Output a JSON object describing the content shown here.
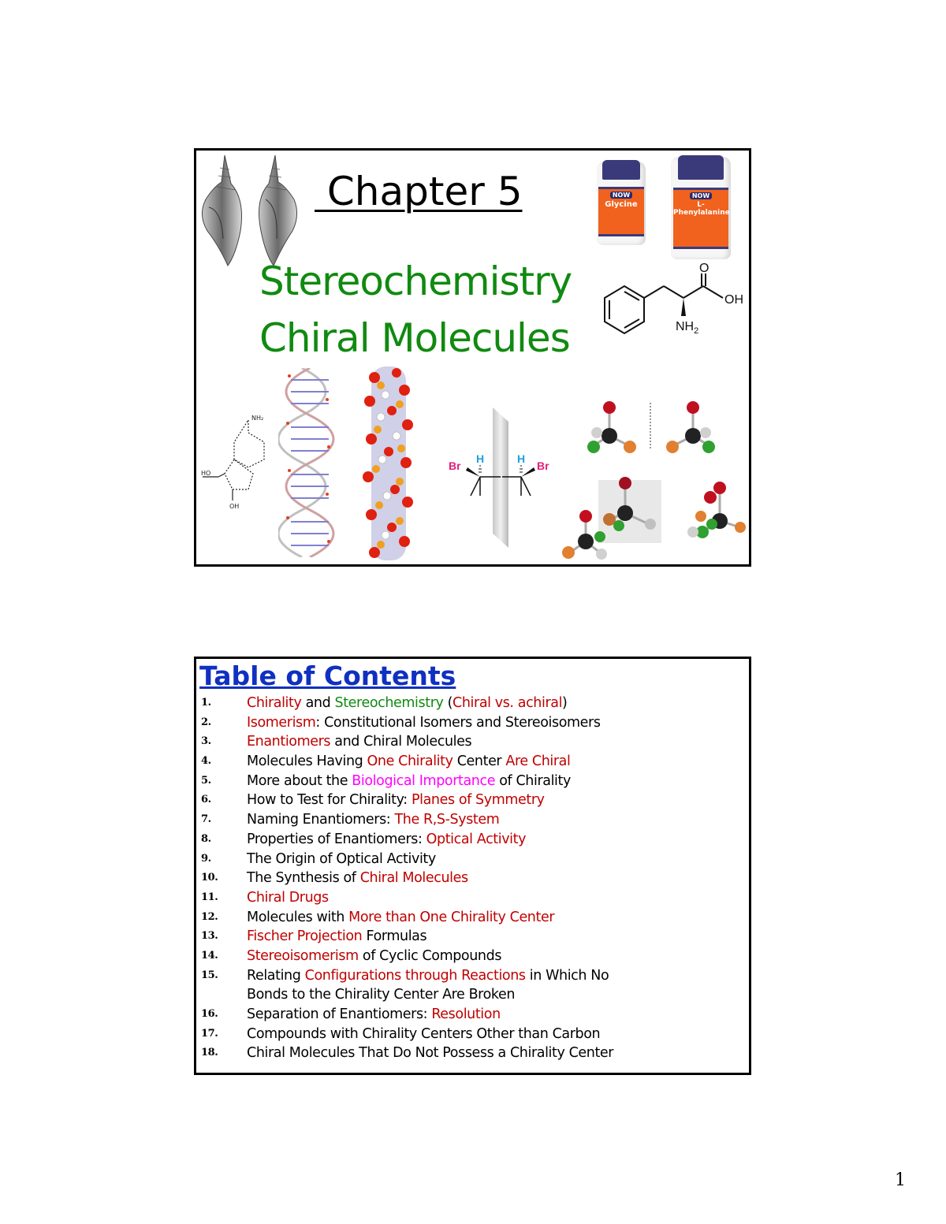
{
  "slide1": {
    "chapter_title": " Chapter 5",
    "subtitle_line1": "Stereochemistry",
    "subtitle_line2": "Chiral Molecules",
    "images": {
      "shells": "conch-shells-mirror-images",
      "bottle1": {
        "brand": "NOW",
        "label": "Glycine"
      },
      "bottle2": {
        "brand": "NOW",
        "label": "L-Phenylalanine"
      },
      "phenylalanine_structure": {
        "labels": [
          "O",
          "OH",
          "NH2"
        ]
      },
      "nucleoside_structure": {
        "labels": [
          "NH2",
          "HO",
          "OH"
        ]
      },
      "dna_stick_model": "dna-double-helix-stick",
      "dna_spacefill_model": "dna-double-helix-spacefill",
      "mirror_plane": {
        "left_labels": [
          "Br",
          "H"
        ],
        "right_labels": [
          "H",
          "Br"
        ]
      },
      "ball_and_stick_models": "chiral-tetrahedral-molecules"
    },
    "colors": {
      "title": "#000000",
      "subtitle": "#108a10",
      "br": "#e0207a",
      "h": "#20a0e0"
    }
  },
  "slide2": {
    "title": "Table of Contents",
    "items": [
      {
        "num": "1.",
        "parts": [
          {
            "t": "Chirality",
            "c": "red"
          },
          {
            "t": " and ",
            "c": "black"
          },
          {
            "t": "Stereochemistry",
            "c": "green"
          },
          {
            "t": " (",
            "c": "black"
          },
          {
            "t": "Chiral vs. achiral",
            "c": "red"
          },
          {
            "t": ")",
            "c": "black"
          }
        ]
      },
      {
        "num": "2.",
        "parts": [
          {
            "t": " Isomerism",
            "c": "red"
          },
          {
            "t": ": Constitutional Isomers and Stereoisomers",
            "c": "black"
          }
        ]
      },
      {
        "num": "3.",
        "parts": [
          {
            "t": "Enantiomers",
            "c": "red"
          },
          {
            "t": " and Chiral Molecules",
            "c": "black"
          }
        ]
      },
      {
        "num": "4.",
        "parts": [
          {
            "t": "Molecules Having ",
            "c": "black"
          },
          {
            "t": "One Chirality",
            "c": "red"
          },
          {
            "t": " Center ",
            "c": "black"
          },
          {
            "t": "Are Chiral",
            "c": "red"
          }
        ]
      },
      {
        "num": "5.",
        "parts": [
          {
            "t": "More about the ",
            "c": "black"
          },
          {
            "t": "Biological Importance",
            "c": "magenta"
          },
          {
            "t": " of Chirality",
            "c": "black"
          }
        ]
      },
      {
        "num": "6.",
        "parts": [
          {
            "t": "How to Test for Chirality: ",
            "c": "black"
          },
          {
            "t": "Planes of Symmetry",
            "c": "red"
          }
        ]
      },
      {
        "num": "7.",
        "parts": [
          {
            "t": "Naming Enantiomers: ",
            "c": "black"
          },
          {
            "t": "The R,S-System",
            "c": "red"
          }
        ]
      },
      {
        "num": "8.",
        "parts": [
          {
            "t": "Properties of Enantiomers: ",
            "c": "black"
          },
          {
            "t": "Optical Activity",
            "c": "red"
          }
        ]
      },
      {
        "num": "9.",
        "parts": [
          {
            "t": "The Origin of Optical Activity",
            "c": "black"
          }
        ]
      },
      {
        "num": "10.",
        "parts": [
          {
            "t": "The Synthesis of ",
            "c": "black"
          },
          {
            "t": "Chiral Molecules",
            "c": "red"
          }
        ]
      },
      {
        "num": "11.",
        "parts": [
          {
            "t": "Chiral Drugs",
            "c": "red"
          }
        ]
      },
      {
        "num": "12.",
        "parts": [
          {
            "t": "Molecules with ",
            "c": "black"
          },
          {
            "t": "More than One Chirality Center",
            "c": "red"
          }
        ]
      },
      {
        "num": "13.",
        "parts": [
          {
            "t": "Fischer Projection",
            "c": "red"
          },
          {
            "t": " Formulas",
            "c": "black"
          }
        ]
      },
      {
        "num": "14.",
        "parts": [
          {
            "t": "Stereoisomerism",
            "c": "red"
          },
          {
            "t": " of Cyclic Compounds",
            "c": "black"
          }
        ]
      },
      {
        "num": "15.",
        "parts": [
          {
            "t": "Relating ",
            "c": "black"
          },
          {
            "t": "Configurations through Reactions",
            "c": "red"
          },
          {
            "t": " in Which No",
            "c": "black"
          }
        ],
        "continuation": "Bonds to the Chirality Center Are Broken"
      },
      {
        "num": "16.",
        "parts": [
          {
            "t": "Separation of Enantiomers: ",
            "c": "black"
          },
          {
            "t": "Resolution",
            "c": "red"
          }
        ]
      },
      {
        "num": "17.",
        "parts": [
          {
            "t": "Compounds with Chirality Centers Other than Carbon",
            "c": "black"
          }
        ]
      },
      {
        "num": "18.",
        "parts": [
          {
            "t": "Chiral Molecules That Do Not Possess a Chirality Center",
            "c": "black"
          }
        ]
      }
    ],
    "colors": {
      "title": "#1030c0",
      "red": "#c00000",
      "green": "#108a10",
      "magenta": "#ff00ff",
      "black": "#000000"
    }
  },
  "page": {
    "number": "1"
  }
}
